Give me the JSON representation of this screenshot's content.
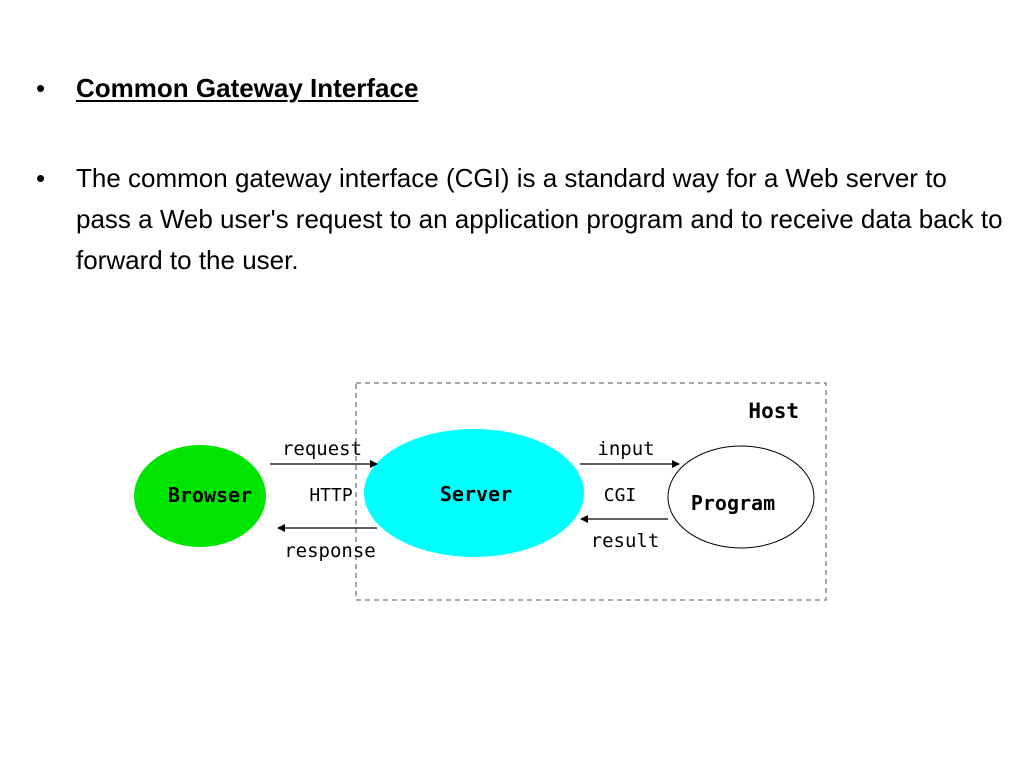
{
  "slide": {
    "bullets": [
      {
        "text": "Common Gateway Interface",
        "style": "heading"
      },
      {
        "text": "The common gateway interface (CGI) is a standard way for a Web server to pass a Web user's request to an application program and to receive data back to forward to the user.",
        "style": "body"
      }
    ],
    "bullet_symbol": "•"
  },
  "diagram": {
    "host_label": "Host",
    "nodes": {
      "browser": {
        "label": "Browser",
        "fill": "#00e500"
      },
      "server": {
        "label": "Server",
        "fill": "#00ffff"
      },
      "program": {
        "label": "Program",
        "fill": "#ffffff"
      }
    },
    "edge_labels": {
      "request": "request",
      "http": "HTTP",
      "response": "response",
      "input": "input",
      "cgi": "CGI",
      "result": "result"
    }
  }
}
